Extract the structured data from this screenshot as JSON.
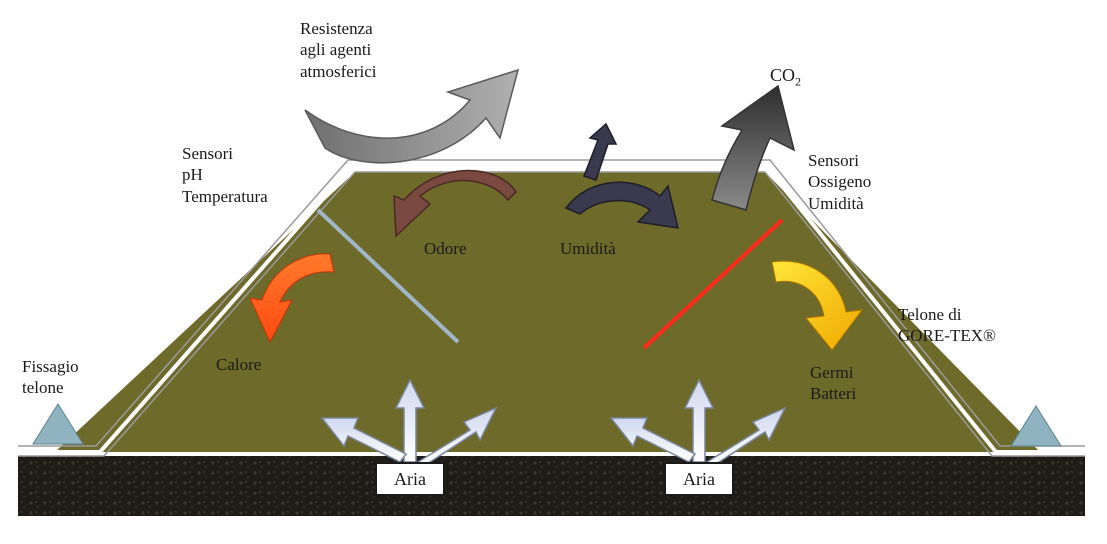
{
  "labels": {
    "resistenza": [
      "Resistenza",
      "agli agenti",
      "atmosferici"
    ],
    "co2": "CO",
    "co2_sub": "2",
    "sensori_left": [
      "Sensori",
      "pH",
      "Temperatura"
    ],
    "sensori_right": [
      "Sensori",
      "Ossigeno",
      "Umidità"
    ],
    "odore": "Odore",
    "umidita": "Umidità",
    "calore": "Calore",
    "germi": [
      "Germi",
      "Batteri"
    ],
    "telone": [
      "Telone di",
      "GORE-TEX®"
    ],
    "fissaggio": [
      "Fissagio",
      "telone"
    ],
    "aria_left": "Aria",
    "aria_right": "Aria"
  },
  "colors": {
    "compost": "#6e6a2a",
    "ground": "#1c1a17",
    "cover_line": "#9a9a9a",
    "anchor": "#8fb3c0",
    "weather_arrow": "#8a8a8a",
    "co2_arrow": "#555555",
    "odore_arrow": "#7a4a40",
    "umidita_arrow": "#3a3a4e",
    "calore_arrow": "#ff5a1a",
    "germi_arrow": "#ffd21a",
    "sensor_left": "#9fb6c6",
    "sensor_right": "#ff2a1a",
    "aria_arrow": "#eef3ff"
  }
}
